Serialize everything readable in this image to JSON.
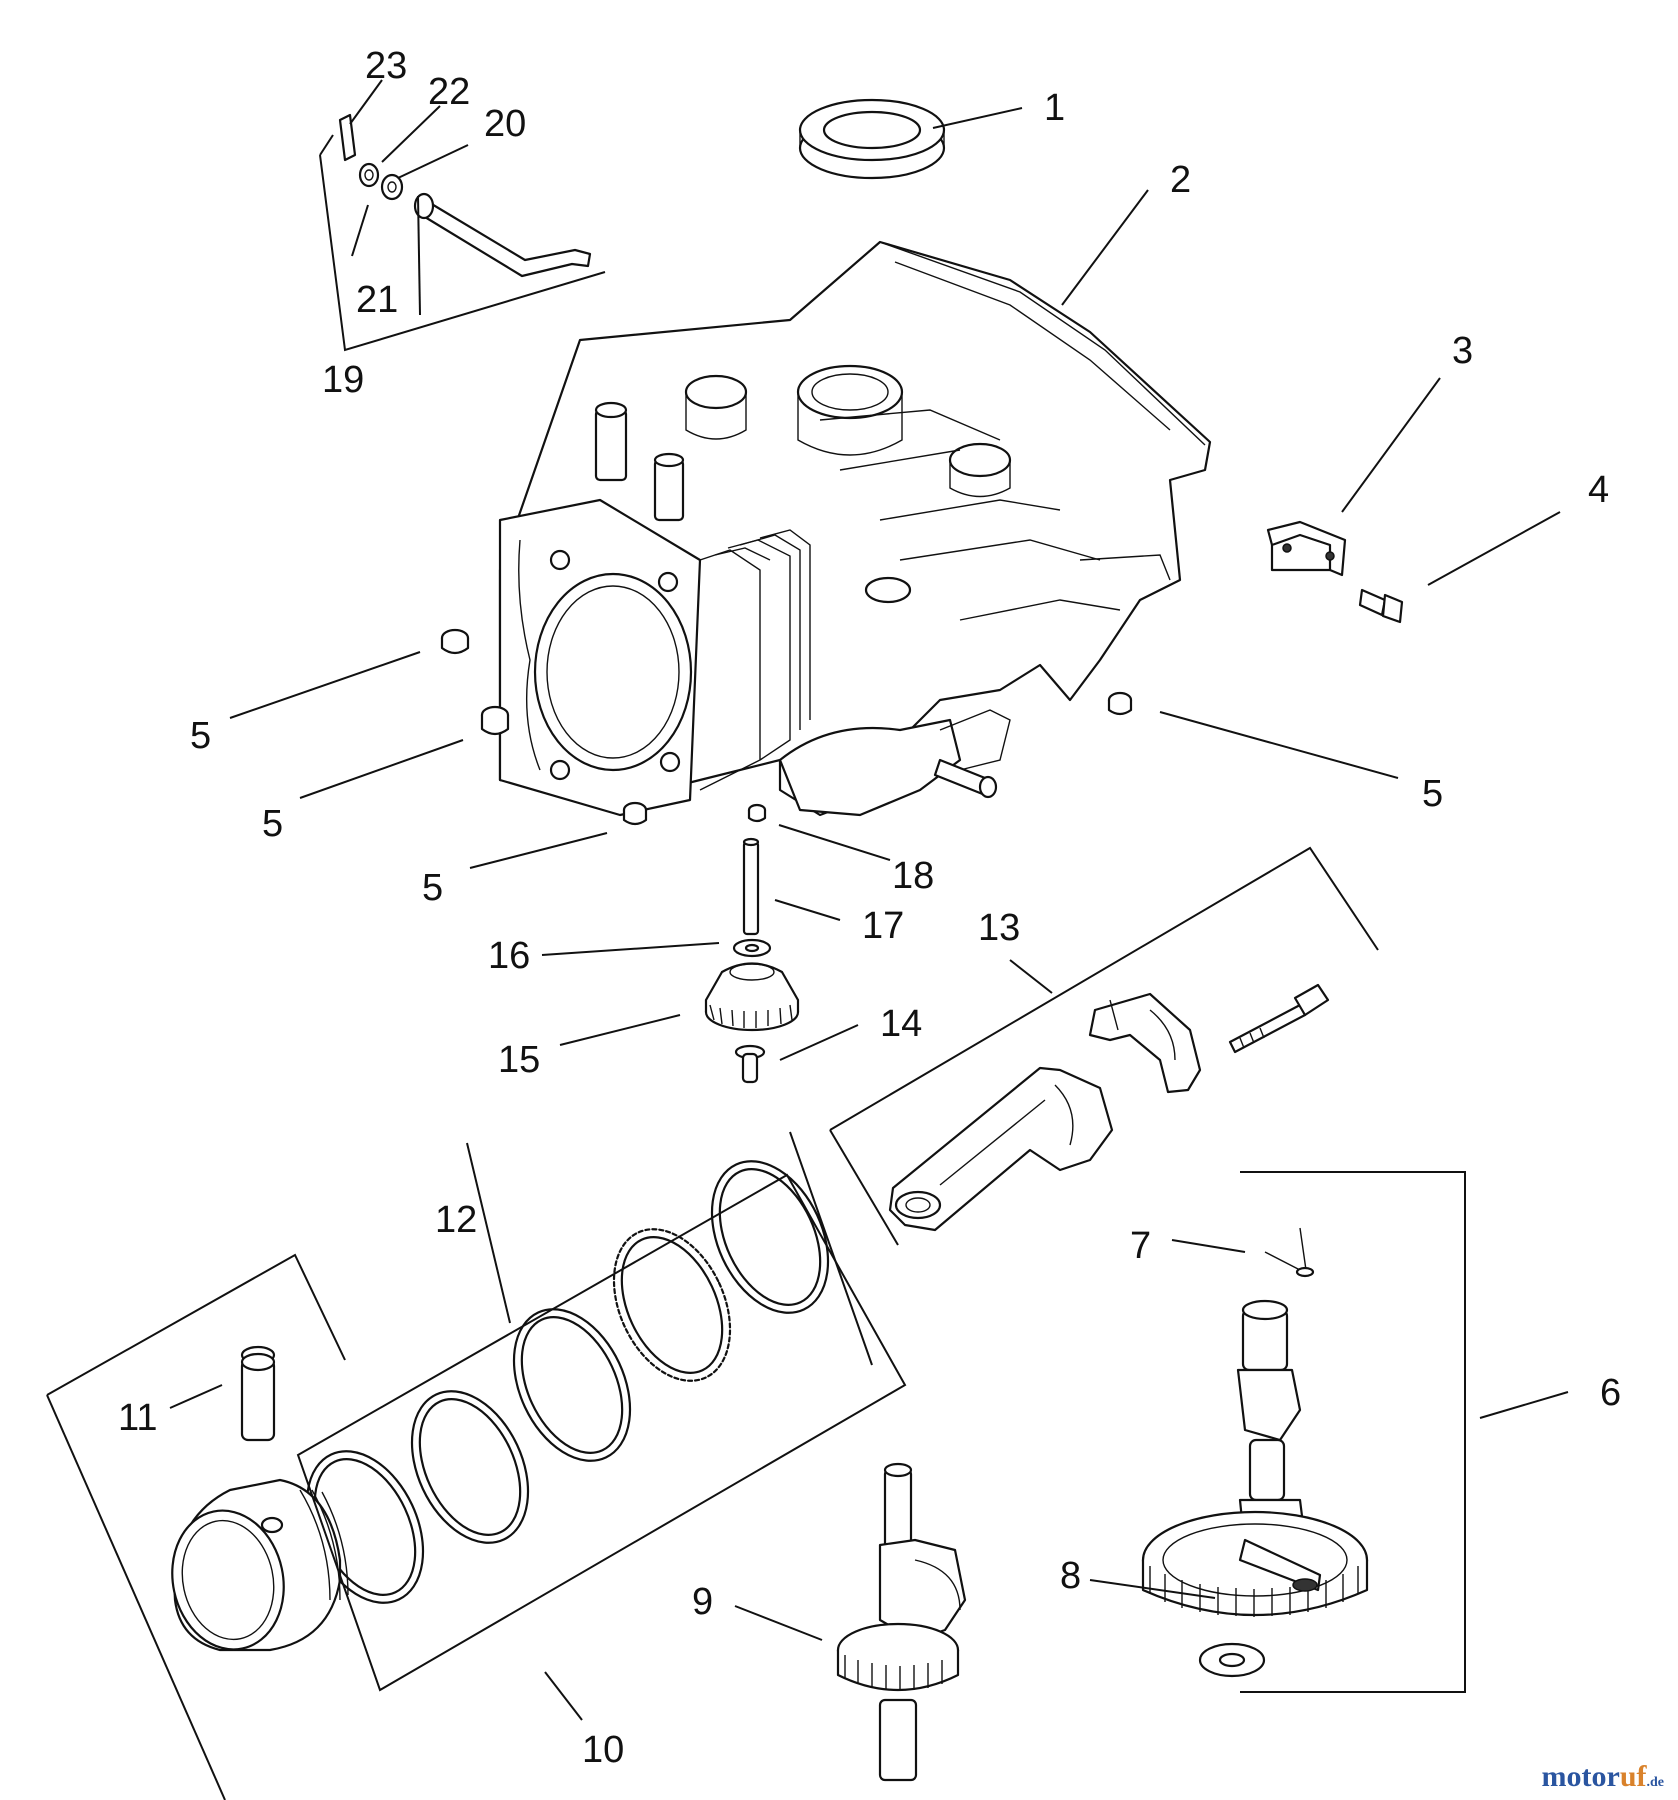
{
  "callouts": [
    {
      "id": "1",
      "text": "1"
    },
    {
      "id": "2",
      "text": "2"
    },
    {
      "id": "3",
      "text": "3"
    },
    {
      "id": "4",
      "text": "4"
    },
    {
      "id": "5a",
      "text": "5"
    },
    {
      "id": "5b",
      "text": "5"
    },
    {
      "id": "5c",
      "text": "5"
    },
    {
      "id": "5d",
      "text": "5"
    },
    {
      "id": "6",
      "text": "6"
    },
    {
      "id": "7",
      "text": "7"
    },
    {
      "id": "8",
      "text": "8"
    },
    {
      "id": "9",
      "text": "9"
    },
    {
      "id": "10",
      "text": "10"
    },
    {
      "id": "11",
      "text": "11"
    },
    {
      "id": "12",
      "text": "12"
    },
    {
      "id": "13",
      "text": "13"
    },
    {
      "id": "14",
      "text": "14"
    },
    {
      "id": "15",
      "text": "15"
    },
    {
      "id": "16",
      "text": "16"
    },
    {
      "id": "17",
      "text": "17"
    },
    {
      "id": "18",
      "text": "18"
    },
    {
      "id": "19",
      "text": "19"
    },
    {
      "id": "20",
      "text": "20"
    },
    {
      "id": "21",
      "text": "21"
    },
    {
      "id": "22",
      "text": "22"
    },
    {
      "id": "23",
      "text": "23"
    }
  ],
  "watermark": {
    "brand": "motor",
    "accent": "uf",
    "suffix": ".de"
  },
  "colors": {
    "line": "#111111",
    "brand_blue": "#2a55a0",
    "brand_orange": "#d9822b"
  }
}
